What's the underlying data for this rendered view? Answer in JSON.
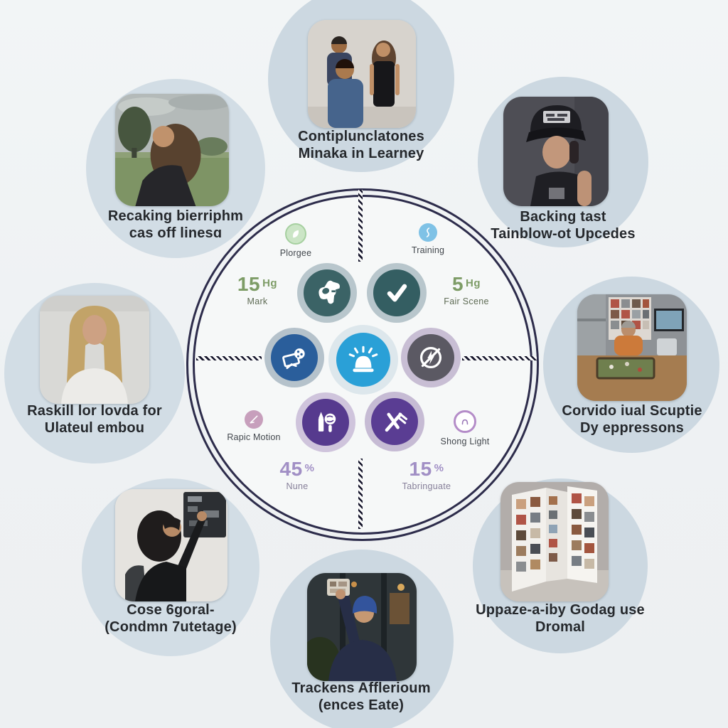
{
  "bubbles": {
    "top_center": {
      "caption1": "Contiplunclatones",
      "caption2": "Minaka in Learney",
      "photo": "three-people-studio-photo"
    },
    "top_left": {
      "caption1": "Recaking bierriphm",
      "caption2": "cas off linesɑ",
      "photo": "woman-outdoors-field-photo"
    },
    "top_right": {
      "caption1": "Backing tast",
      "caption2": "Tainblow-ot Upcedes",
      "photo": "woman-black-cap-photo"
    },
    "left": {
      "caption1": "Raskill lor lovda for",
      "caption2": "Ulateul embou",
      "photo": "blonde-woman-portrait-photo"
    },
    "right": {
      "caption1": "Corvido iual Scuptie",
      "caption2": "Dy eppressons",
      "photo": "man-orange-shirt-boardgame-photo"
    },
    "bottom_left": {
      "caption1": "Cose 6goral-",
      "caption2": "(Condmn 7utetage)",
      "photo": "woman-pointing-board-photo"
    },
    "bottom_center": {
      "caption1": "Trackens Afflerioum",
      "caption2": "(ences Eate)",
      "photo": "man-blue-cap-photo"
    },
    "bottom_right": {
      "caption1": "Uppaze-a-iby Godag use",
      "caption2": "Dromal",
      "photo": "face-grid-standee-photo"
    }
  },
  "center": {
    "minor": {
      "plorgee": {
        "label": "Plorgee",
        "icon": "leaf-icon"
      },
      "training": {
        "label": "Training",
        "icon": "squiggle-icon"
      },
      "rapic": {
        "label": "Rapic Motion",
        "icon": "slash-icon"
      },
      "shong": {
        "label": "Shong Light",
        "icon": "dome-icon"
      }
    },
    "stats": {
      "mark": {
        "value": "15",
        "unit": "Hg",
        "label": "Mark"
      },
      "fair_scene": {
        "value": "5",
        "unit": "Hg",
        "label": "Fair Scene"
      },
      "nune": {
        "value": "45",
        "unit": "%",
        "label": "Nune"
      },
      "tabringuate": {
        "value": "15",
        "unit": "%",
        "label": "Tabringuate"
      }
    },
    "main_icons": [
      "dog-icon",
      "checkmark-icon",
      "photo-card-icon",
      "siren-icon",
      "no-flash-icon",
      "marker-magnifier-icon",
      "crossed-sticks-icon"
    ]
  },
  "colors": {
    "bubble_bg": "#ccd8e1",
    "circle_border": "#2d2c4b",
    "teal": "#3b6366",
    "blue": "#2a5e9b",
    "center_blue": "#2aa0d7",
    "gray": "#5b5963",
    "purple": "#5a3d93",
    "green_text": "#7d9c66",
    "purple_text": "#a18fc5"
  }
}
